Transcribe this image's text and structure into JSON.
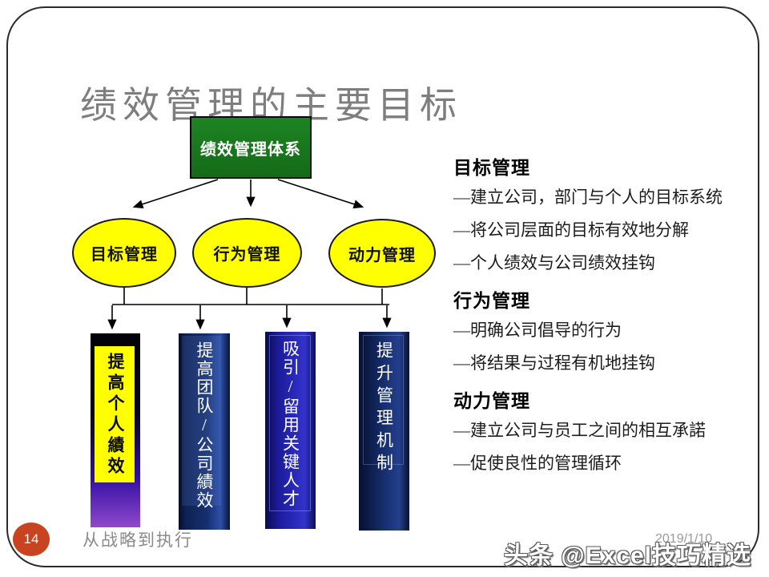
{
  "slide": {
    "title": "绩效管理的主要目标",
    "page_number": "14",
    "footer_left": "从战略到执行",
    "date": "2019/1/10",
    "watermark": "头条 @Excel技巧精选"
  },
  "diagram": {
    "root": "绩效管理体系",
    "ellipses": [
      "目标管理",
      "行为管理",
      "动力管理"
    ],
    "bars": [
      "提高个人績效",
      "提高团队/公司績效",
      "吸引/留用关键人才",
      "提升管理机制"
    ]
  },
  "details": {
    "sections": [
      {
        "heading": "目标管理",
        "bullets": [
          "—建立公司，部门与个人的目标系统",
          "—将公司层面的目标有效地分解",
          "—个人绩效与公司绩效挂钩"
        ]
      },
      {
        "heading": "行为管理",
        "bullets": [
          "—明确公司倡导的行为",
          "—将结果与过程有机地挂钩"
        ]
      },
      {
        "heading": "动力管理",
        "bullets": [
          "—建立公司与员工之间的相互承諾",
          "—促使良性的管理循环"
        ]
      }
    ]
  },
  "colors": {
    "root_green": "#187a1d",
    "ellipse_yellow": "#ffff00",
    "bar_navy": "#16306e",
    "bar_blue": "#2a2abc",
    "bar_purple_bottom": "#9148cb",
    "bar1_panel_yellow": "#ffff00",
    "badge_orange": "#c8431f",
    "title_gray": "#7e7e7e"
  }
}
